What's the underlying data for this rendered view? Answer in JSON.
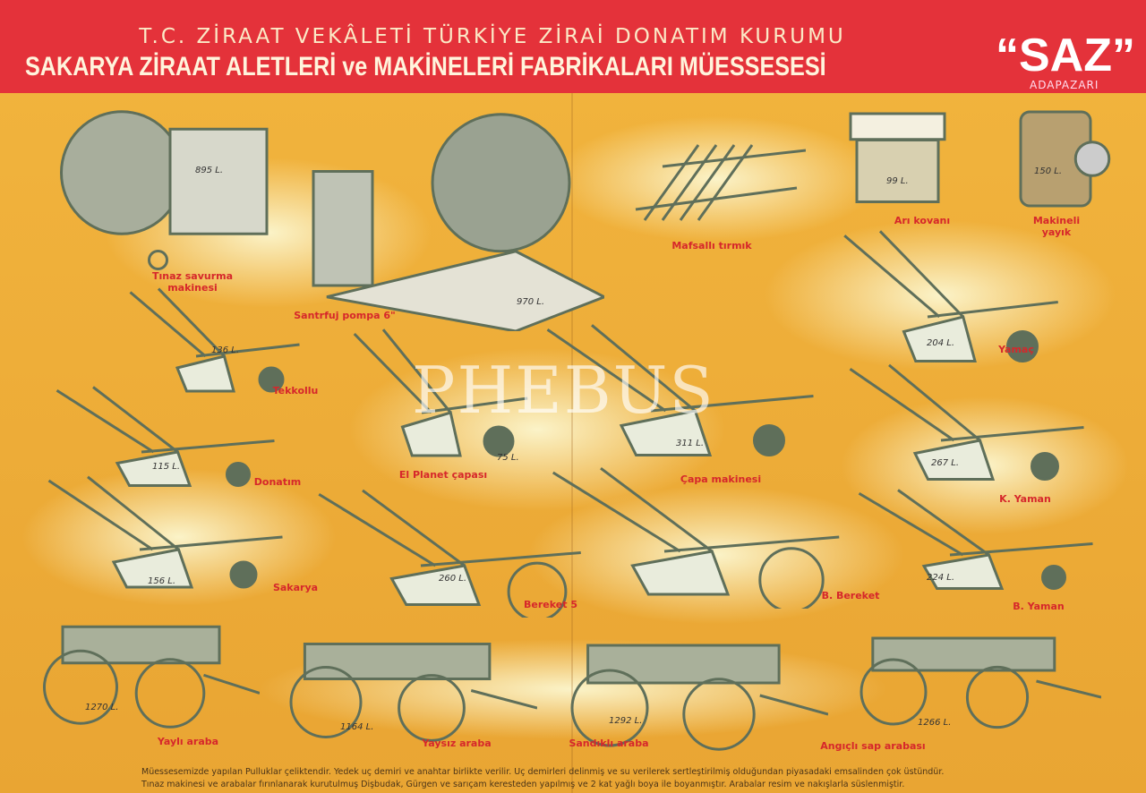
{
  "header": {
    "line1": "T.C. ZİRAAT VEKÂLETİ TÜRKİYE ZİRAİ DONATIM KURUMU",
    "line2": "SAKARYA ZİRAAT ALETLERİ ve MAKİNELERİ FABRİKALARI MÜESSESESİ",
    "brand": "“SAZ”",
    "city": "ADAPAZARI"
  },
  "watermark": "PHEBUS",
  "products": [
    {
      "name": "Tınaz savurma makinesi",
      "price": "895 L."
    },
    {
      "name": "Santrfuj pompa 6\"",
      "price": "970 L."
    },
    {
      "name": "Mafsallı tırmık",
      "price": ""
    },
    {
      "name": "Arı kovanı",
      "price": "99 L."
    },
    {
      "name": "Makineli yayık",
      "price": "150 L."
    },
    {
      "name": "Tekkollu",
      "price": "136 L."
    },
    {
      "name": "Yamaç",
      "price": "204 L."
    },
    {
      "name": "Donatım",
      "price": "115 L."
    },
    {
      "name": "El Planet çapası",
      "price": "75 L."
    },
    {
      "name": "Çapa makinesi",
      "price": "311 L."
    },
    {
      "name": "K. Yaman",
      "price": "267 L."
    },
    {
      "name": "Sakarya",
      "price": "156 L."
    },
    {
      "name": "Bereket 5",
      "price": "260 L."
    },
    {
      "name": "B. Bereket",
      "price": ""
    },
    {
      "name": "B. Yaman",
      "price": "224 L."
    },
    {
      "name": "Yaylı araba",
      "price": "1270 L."
    },
    {
      "name": "Yaysız araba",
      "price": "1164 L."
    },
    {
      "name": "Sandıklı araba",
      "price": "1292 L."
    },
    {
      "name": "Angıçlı sap arabası",
      "price": "1266 L."
    }
  ],
  "footer": {
    "line1": "Müessesemizde yapılan Pulluklar çeliktendir. Yedek uç demiri ve anahtar birlikte verilir. Uç demirleri delinmiş ve su verilerek sertleştirilmiş olduğundan piyasadaki emsalinden çok üstündür.",
    "line2": "Tınaz makinesi ve arabalar fırınlanarak kurutulmuş Dişbudak, Gürgen ve sarıçam keresteden yapılmış ve 2 kat  yağlı boya ile boyanmıştır. Arabalar resim ve nakışlarla süslenmiştir."
  },
  "colors": {
    "header": "#e4323a",
    "background": "#f2b53e",
    "label": "#d6272b",
    "machine": "#5f6f5a"
  }
}
